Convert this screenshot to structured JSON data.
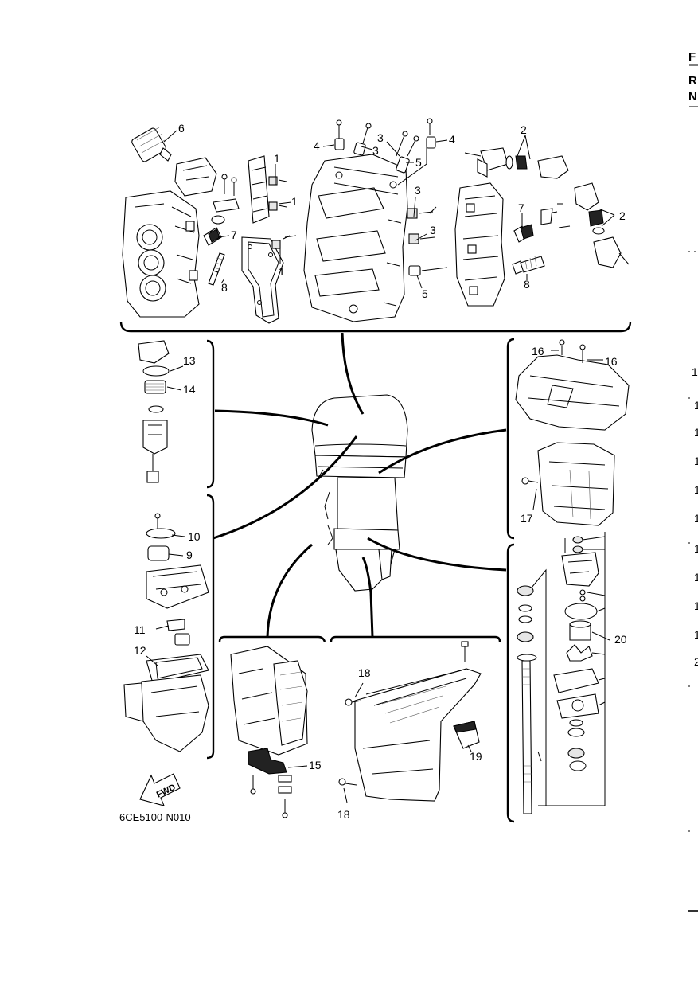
{
  "diagram": {
    "code": "6CE5100-N010",
    "fwd_label": "FWD",
    "callouts": [
      "1",
      "2",
      "3",
      "4",
      "5",
      "6",
      "7",
      "8",
      "9",
      "10",
      "11",
      "12",
      "13",
      "14",
      "15",
      "16",
      "17",
      "18",
      "19",
      "20"
    ]
  },
  "page_edge": {
    "chars_top": [
      "F",
      "R",
      "N"
    ],
    "chars_right": [
      "1",
      "1",
      "1",
      "1",
      "1",
      "1",
      "1",
      "1",
      "1",
      "1",
      "2"
    ]
  }
}
